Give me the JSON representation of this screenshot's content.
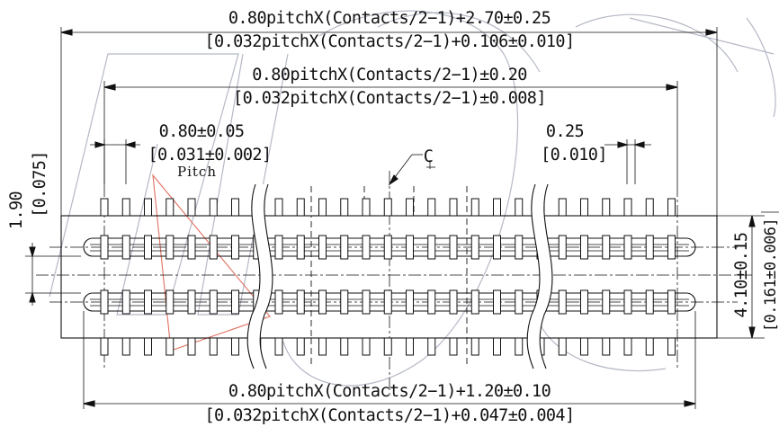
{
  "dimensions": {
    "overall_length_mm": "0.80pitchX(Contacts/2−1)+2.70±0.25",
    "overall_length_in": "[0.032pitchX(Contacts/2−1)+0.106±0.010]",
    "contact_span_mm": "0.80pitchX(Contacts/2−1)±0.20",
    "contact_span_in": "[0.032pitchX(Contacts/2−1)±0.008]",
    "pitch_mm": "0.80±0.05",
    "pitch_in": "[0.031±0.002]",
    "pitch_label": "Pitch",
    "pin_width_mm": "0.25",
    "pin_width_in": "[0.010]",
    "centerline_label": "C",
    "height_mm": "1.90",
    "height_in": "[0.075]",
    "width_mm": "4.10±0.15",
    "width_in": "[0.161±0.006]",
    "bottom_length_mm": "0.80pitchX(Contacts/2−1)+1.20±0.10",
    "bottom_length_in": "[0.032pitchX(Contacts/2−1)+0.047±0.004]"
  },
  "colors": {
    "line": "#111111",
    "watermark": "#b5b9c6",
    "pitch_triangle": "#e07060"
  }
}
